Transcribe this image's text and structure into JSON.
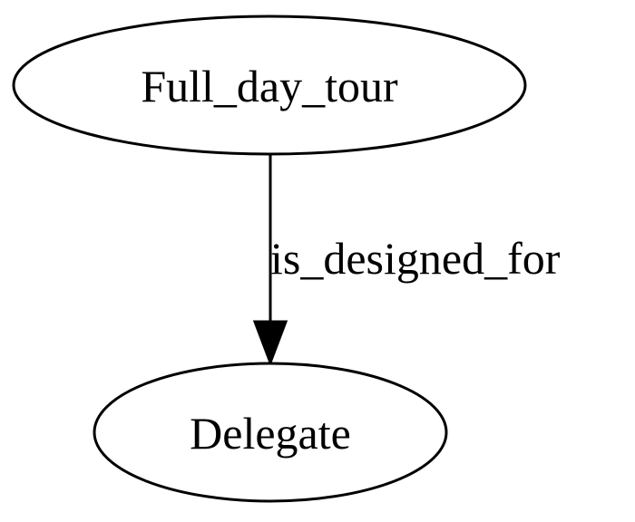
{
  "diagram": {
    "nodes": [
      {
        "id": "n1",
        "label": "Full_day_tour",
        "shape": "ellipse"
      },
      {
        "id": "n2",
        "label": "Delegate",
        "shape": "ellipse"
      }
    ],
    "edges": [
      {
        "from": "n1",
        "to": "n2",
        "label": "is_designed_for",
        "arrow": "filled-triangle"
      }
    ],
    "colors": {
      "stroke": "#000000",
      "fill": "#ffffff",
      "background": "#ffffff"
    }
  }
}
